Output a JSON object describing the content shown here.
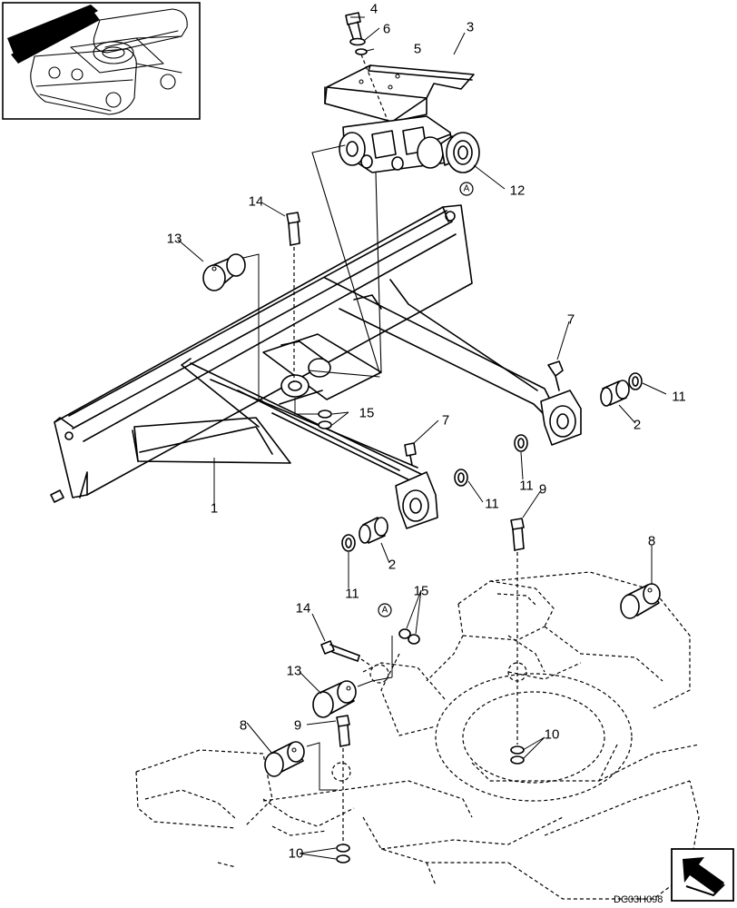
{
  "diagram": {
    "drawing_code": "DC03H098",
    "reference_marker": "A",
    "callouts": {
      "c1": "1",
      "c2a": "2",
      "c2b": "2",
      "c3": "3",
      "c4": "4",
      "c5": "5",
      "c6": "6",
      "c7a": "7",
      "c7b": "7",
      "c8a": "8",
      "c8b": "8",
      "c9a": "9",
      "c9b": "9",
      "c10a": "10",
      "c10b": "10",
      "c11a": "11",
      "c11b": "11",
      "c11c": "11",
      "c11d": "11",
      "c12": "12",
      "c13a": "13",
      "c13b": "13",
      "c14a": "14",
      "c14b": "14",
      "c15a": "15",
      "c15b": "15"
    },
    "icons": [
      "excavator-locator-icon",
      "navigation-arrow-icon"
    ]
  }
}
